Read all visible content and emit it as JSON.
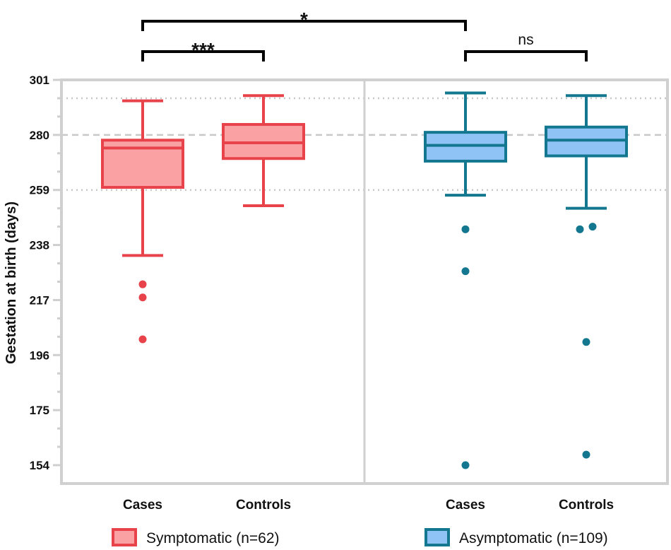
{
  "chart_data": {
    "type": "box",
    "ylabel": "Gestation at birth (days)",
    "ylim": [
      148,
      303
    ],
    "yticks": [
      "301",
      "280",
      "259",
      "238",
      "217",
      "196",
      "175",
      "154"
    ],
    "reference_lines": [
      {
        "value": 280,
        "style": "dashed"
      },
      {
        "value": 294,
        "style": "dotted"
      },
      {
        "value": 259,
        "style": "dotted"
      }
    ],
    "groups": [
      {
        "legend": "Symptomatic (n=62)",
        "fill": "#F9A1A3",
        "stroke": "#E8434B",
        "boxes": [
          {
            "category": "Cases",
            "whisker_low": 234,
            "q1": 260,
            "median": 275,
            "q3": 278,
            "whisker_high": 293,
            "outliers": [
              223,
              218,
              202
            ]
          },
          {
            "category": "Controls",
            "whisker_low": 253,
            "q1": 271,
            "median": 277,
            "q3": 284,
            "whisker_high": 295,
            "outliers": []
          }
        ]
      },
      {
        "legend": "Asymptomatic (n=109)",
        "fill": "#8FC2F5",
        "stroke": "#13788F",
        "boxes": [
          {
            "category": "Cases",
            "whisker_low": 257,
            "q1": 270,
            "median": 276,
            "q3": 281,
            "whisker_high": 296,
            "outliers": [
              244,
              228,
              154
            ]
          },
          {
            "category": "Controls",
            "whisker_low": 252,
            "q1": 272,
            "median": 278,
            "q3": 283,
            "whisker_high": 295,
            "outliers": [
              244,
              245,
              201,
              158
            ]
          }
        ]
      }
    ],
    "significance": [
      {
        "label": "*",
        "from": "Symptomatic Cases",
        "to": "Asymptomatic Cases"
      },
      {
        "label": "***",
        "from": "Symptomatic Cases",
        "to": "Symptomatic Controls"
      },
      {
        "label": "ns",
        "from": "Asymptomatic Cases",
        "to": "Asymptomatic Controls"
      }
    ],
    "legend_position": "bottom"
  }
}
